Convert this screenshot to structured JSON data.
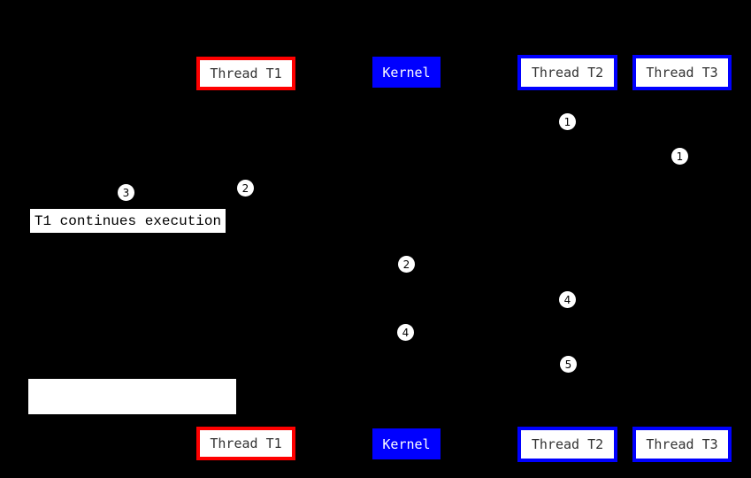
{
  "diagram": {
    "background_color": "#000000",
    "colors": {
      "t1_border": "#ff0000",
      "thread_border": "#0000ff",
      "kernel_fill": "#0000ff",
      "kernel_text": "#ffffff",
      "box_fill": "#ffffff",
      "box_text": "#333333",
      "marker_fill": "#ffffff",
      "marker_text": "#000000"
    },
    "actors": {
      "thread_t1": "Thread T1",
      "kernel": "Kernel",
      "thread_t2": "Thread T2",
      "thread_t3": "Thread T3"
    },
    "note_label": "T1 continues execution",
    "markers": [
      "1",
      "1",
      "3",
      "2",
      "2",
      "4",
      "4",
      "5"
    ]
  }
}
